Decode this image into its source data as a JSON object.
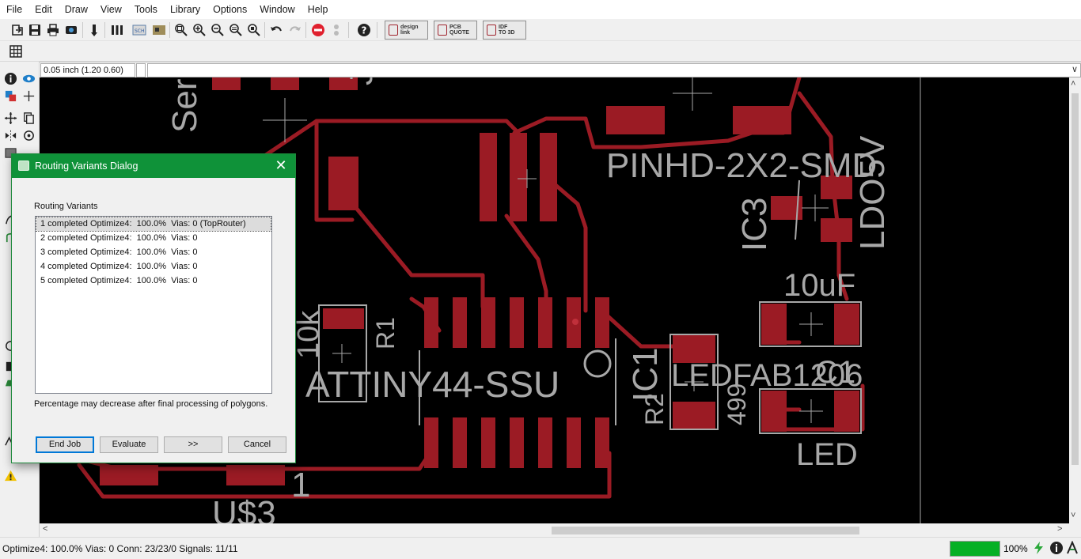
{
  "menu": [
    "File",
    "Edit",
    "Draw",
    "View",
    "Tools",
    "Library",
    "Options",
    "Window",
    "Help"
  ],
  "toolbar": {
    "brand_buttons": [
      {
        "line1": "design",
        "line2": "link"
      },
      {
        "line1": "PCB",
        "line2": "QUOTE"
      },
      {
        "line1": "IDF",
        "line2": "TO 3D"
      }
    ]
  },
  "command": {
    "coordinate": "0.05 inch (1.20 0.60)",
    "input_value": "",
    "dropdown_symbol": "∨"
  },
  "canvas": {
    "labels": [
      "Ser",
      "PINHD-2X2-SMD",
      "IC3",
      "LDO5V",
      "10uF",
      "C1",
      "10k",
      "R1",
      "ATTINY44-SSU",
      "IC1",
      "R2",
      "LEDFAB1206",
      "499",
      "LED",
      "U$3",
      "1",
      "J"
    ]
  },
  "dialog": {
    "title": "Routing Variants Dialog",
    "close_symbol": "✕",
    "list_label": "Routing Variants",
    "variants": [
      "1 completed Optimize4:  100.0%  Vias: 0 (TopRouter)",
      "2 completed Optimize4:  100.0%  Vias: 0",
      "3 completed Optimize4:  100.0%  Vias: 0",
      "4 completed Optimize4:  100.0%  Vias: 0",
      "5 completed Optimize4:  100.0%  Vias: 0"
    ],
    "selected_index": 0,
    "note": "Percentage may decrease after final processing of polygons.",
    "buttons": {
      "end_job": "End Job",
      "evaluate": "Evaluate",
      "next": ">>",
      "cancel": "Cancel"
    }
  },
  "status": {
    "text": "Optimize4: 100.0%  Vias: 0   Conn: 23/23/0  Signals: 11/11",
    "progress_label": "100%",
    "progress_fraction": 1.0
  },
  "colors": {
    "copper": "#9b1b24",
    "silkscreen": "#a8a8a8",
    "dialog_title_bg": "#0f9239",
    "progress": "#06b025"
  }
}
